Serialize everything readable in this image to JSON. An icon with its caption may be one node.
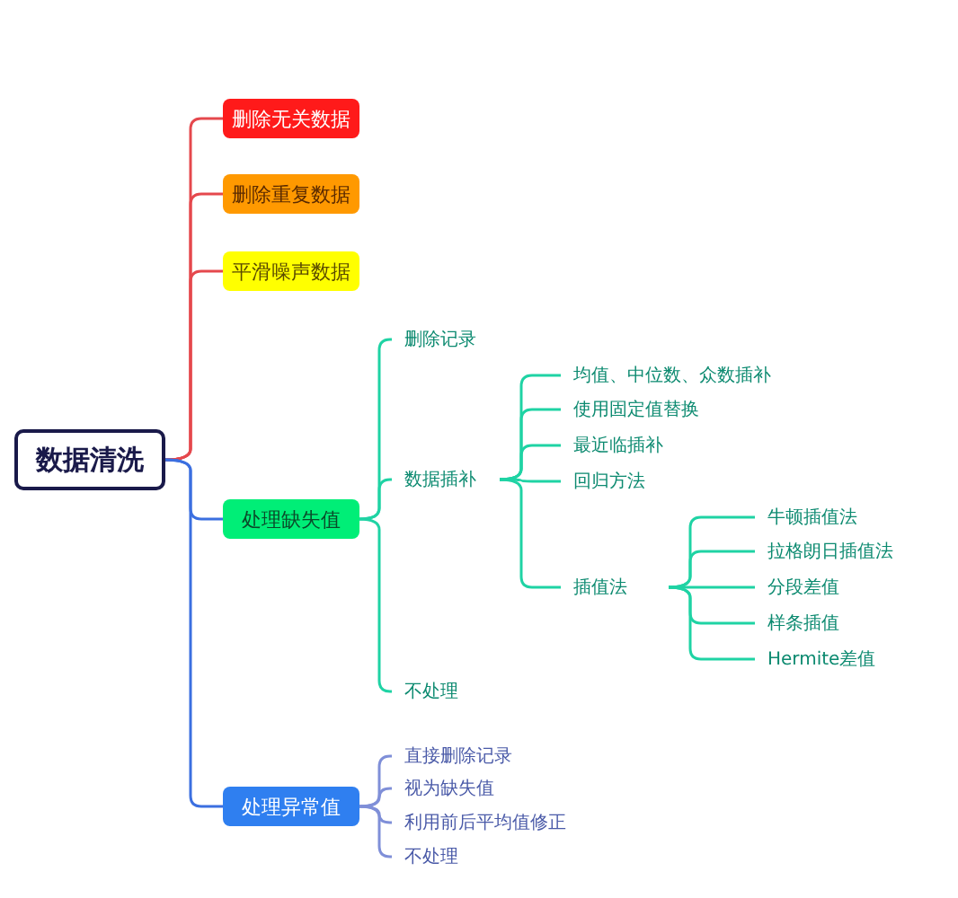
{
  "diagram": {
    "nodes": [
      {
        "text": [
          "数据清洗"
        ]
      },
      {
        "text": [
          "删除无关数据"
        ]
      },
      {
        "text": [
          "删除重复数据"
        ]
      },
      {
        "text": [
          "平滑噪声数据"
        ]
      },
      {
        "text": [
          "处理缺失值"
        ]
      },
      {
        "text": [
          "处理异常值"
        ]
      },
      {
        "text": [
          "删除记录"
        ]
      },
      {
        "text": [
          "数据插补"
        ]
      },
      {
        "text": [
          "不处理"
        ]
      },
      {
        "text": [
          "均值、中位数、众数插补"
        ]
      },
      {
        "text": [
          "使用固定值替换"
        ]
      },
      {
        "text": [
          "最近临插补"
        ]
      },
      {
        "text": [
          "回归方法"
        ]
      },
      {
        "text": [
          "插值法"
        ]
      },
      {
        "text": [
          "牛顿插值法"
        ]
      },
      {
        "text": [
          "拉格朗日插值法"
        ]
      },
      {
        "text": [
          "分段差值"
        ]
      },
      {
        "text": [
          "样条插值"
        ]
      },
      {
        "text": [
          "Hermite差值"
        ]
      },
      {
        "text": [
          "直接删除记录"
        ]
      },
      {
        "text": [
          "视为缺失值"
        ]
      },
      {
        "text": [
          "利用前后平均值修正"
        ]
      },
      {
        "text": [
          "不处理"
        ]
      }
    ],
    "edges": [
      {
        "from": 0,
        "to": 1,
        "arrow": "none",
        "color": "#e5484d"
      },
      {
        "from": 0,
        "to": 2,
        "arrow": "none",
        "color": "#e5484d"
      },
      {
        "from": 0,
        "to": 3,
        "arrow": "none",
        "color": "#e5484d"
      },
      {
        "from": 0,
        "to": 4,
        "arrow": "none",
        "color": "#3b6fe0"
      },
      {
        "from": 0,
        "to": 5,
        "arrow": "none",
        "color": "#3b6fe0"
      },
      {
        "from": 4,
        "to": 6,
        "arrow": "none"
      },
      {
        "from": 4,
        "to": 7,
        "arrow": "none"
      },
      {
        "from": 4,
        "to": 8,
        "arrow": "none"
      },
      {
        "from": 7,
        "to": 9,
        "arrow": "none"
      },
      {
        "from": 7,
        "to": 10,
        "arrow": "none"
      },
      {
        "from": 7,
        "to": 11,
        "arrow": "none"
      },
      {
        "from": 7,
        "to": 12,
        "arrow": "none"
      },
      {
        "from": 7,
        "to": 13,
        "arrow": "none"
      },
      {
        "from": 13,
        "to": 14,
        "arrow": "none"
      },
      {
        "from": 13,
        "to": 15,
        "arrow": "none"
      },
      {
        "from": 13,
        "to": 16,
        "arrow": "none"
      },
      {
        "from": 13,
        "to": 17,
        "arrow": "none"
      },
      {
        "from": 13,
        "to": 18,
        "arrow": "none"
      },
      {
        "from": 5,
        "to": 19,
        "arrow": "none",
        "color": "#7f8fd8"
      },
      {
        "from": 5,
        "to": 20,
        "arrow": "none",
        "color": "#7f8fd8"
      },
      {
        "from": 5,
        "to": 21,
        "arrow": "none",
        "color": "#7f8fd8"
      },
      {
        "from": 5,
        "to": 22,
        "arrow": "none",
        "color": "#7f8fd8"
      }
    ]
  }
}
